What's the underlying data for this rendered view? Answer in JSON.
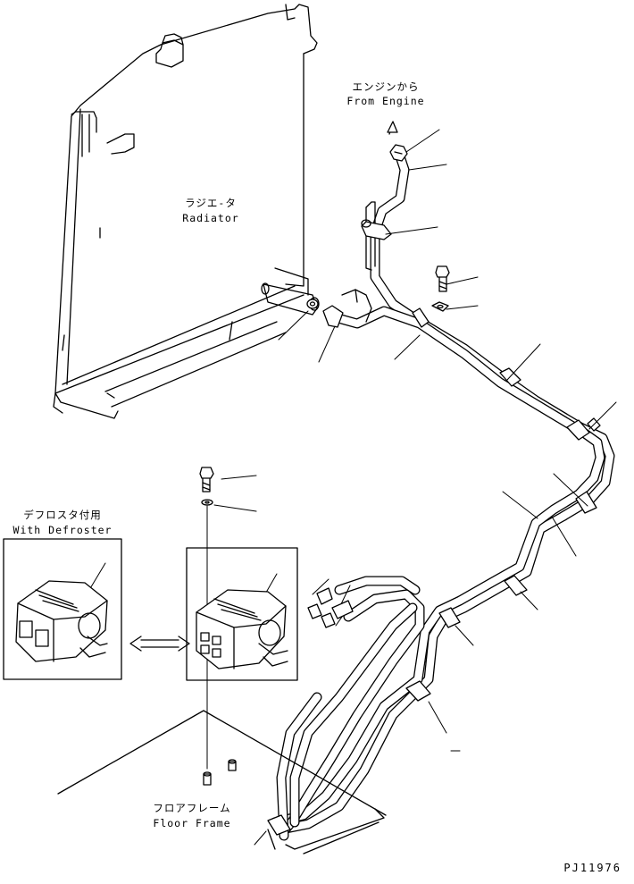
{
  "labels": {
    "engine_jp": "エンジンから",
    "engine_en": "From Engine",
    "radiator_jp": "ラジエ-タ",
    "radiator_en": "Radiator",
    "defroster_jp": "デフロスタ付用",
    "defroster_en": "With Defroster",
    "floor_jp": "フロアフレーム",
    "floor_en": "Floor Frame"
  },
  "drawing_code": "PJ11976"
}
